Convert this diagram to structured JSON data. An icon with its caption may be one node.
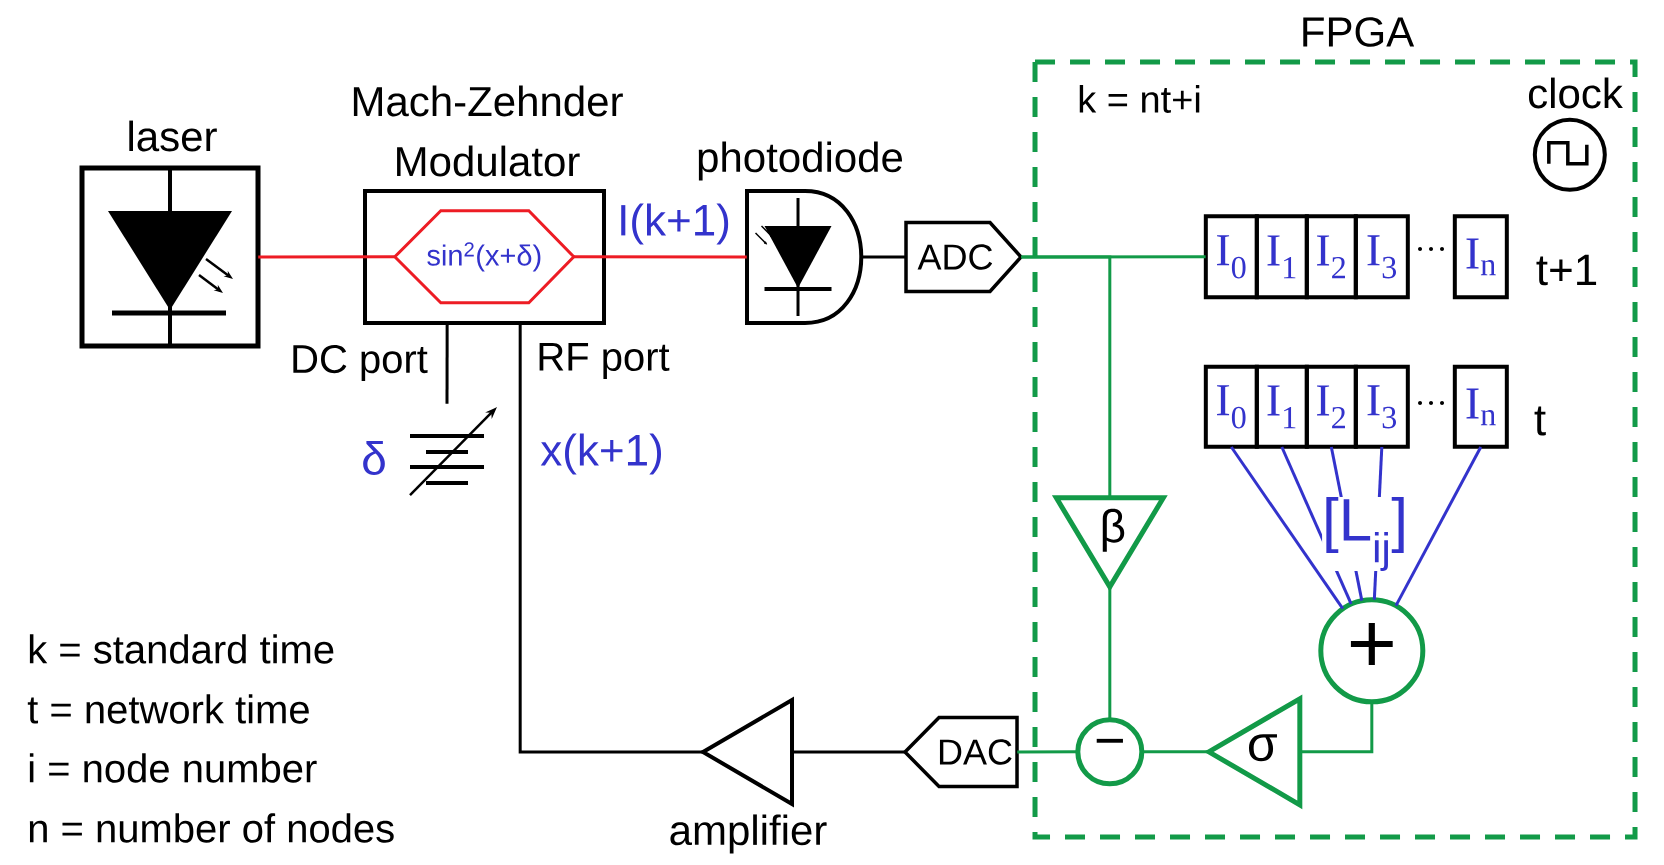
{
  "diagram": {
    "nodes": [
      {
        "text": [
          "laser"
        ]
      },
      {
        "text": [
          "Mach-Zehnder Modulator"
        ]
      },
      {
        "text": [
          "sin$^{2}$(x+δ)"
        ],
        "in": 1
      },
      {
        "text": [
          "photodiode"
        ]
      },
      {
        "text": [
          "ADC"
        ]
      },
      {
        "text": [
          "FPGA"
        ]
      },
      {
        "text": [
          "clock"
        ],
        "in": 5
      },
      {
        "text": [
          "I$_{0}$"
        ],
        "in": 5
      },
      {
        "text": [
          "I$_{1}$"
        ],
        "in": 5
      },
      {
        "text": [
          "I$_{2}$"
        ],
        "in": 5
      },
      {
        "text": [
          "I$_{3}$"
        ],
        "in": 5
      },
      {
        "text": [
          "I$_{n}$"
        ],
        "in": 5
      },
      {
        "text": [
          "I$_{0}$"
        ],
        "in": 5
      },
      {
        "text": [
          "I$_{1}$"
        ],
        "in": 5
      },
      {
        "text": [
          "I$_{2}$"
        ],
        "in": 5
      },
      {
        "text": [
          "I$_{3}$"
        ],
        "in": 5
      },
      {
        "text": [
          "I$_{n}$"
        ],
        "in": 5
      },
      {
        "text": [
          "β"
        ],
        "in": 5
      },
      {
        "text": [
          "−"
        ],
        "in": 5
      },
      {
        "text": [
          "+"
        ],
        "in": 5
      },
      {
        "text": [
          "σ"
        ],
        "in": 5
      },
      {
        "text": [
          "DAC"
        ]
      },
      {
        "text": [
          "amplifier"
        ]
      },
      {
        "text": [],
        "shape": "battery",
        "beside": [
          "δ"
        ]
      }
    ],
    "edges": [
      {
        "from": 0,
        "to": 2,
        "arrow": "none",
        "color": "#ed1c24"
      },
      {
        "from": 2,
        "to": 3,
        "arrow": "none",
        "color": "#ed1c24",
        "label": "I(k+1)"
      },
      {
        "from": 3,
        "to": 4,
        "arrow": "none",
        "color": "#000000"
      },
      {
        "from": 4,
        "to": 7,
        "arrow": "none",
        "color": "#129a48"
      },
      {
        "from": 4,
        "to": 17,
        "arrow": "none",
        "color": "#129a48"
      },
      {
        "from": 17,
        "to": 18,
        "arrow": "none",
        "color": "#129a48"
      },
      {
        "from": 12,
        "to": 19,
        "arrow": "none",
        "color": "#3333cc"
      },
      {
        "from": 13,
        "to": 19,
        "arrow": "none",
        "color": "#3333cc"
      },
      {
        "from": 14,
        "to": 19,
        "arrow": "none",
        "color": "#3333cc"
      },
      {
        "from": 15,
        "to": 19,
        "arrow": "none",
        "color": "#3333cc"
      },
      {
        "from": 16,
        "to": 19,
        "arrow": "none",
        "color": "#3333cc"
      },
      {
        "from": 19,
        "to": 20,
        "arrow": "none",
        "color": "#129a48"
      },
      {
        "from": 20,
        "to": 18,
        "arrow": "none",
        "color": "#129a48"
      },
      {
        "from": 18,
        "to": 21,
        "arrow": "none",
        "color": "#129a48"
      },
      {
        "from": 21,
        "to": 22,
        "arrow": "none",
        "color": "#000000"
      },
      {
        "from": 22,
        "to": 1,
        "arrow": "none",
        "color": "#000000",
        "label": "x(k+1)"
      },
      {
        "from": 1,
        "to": 23,
        "arrow": "none",
        "color": "#000000"
      }
    ],
    "labels": [
      "k = nt+i",
      "t+1",
      "DC port",
      "RF port",
      "t",
      "[L$_{ij}$]",
      "k = standard time",
      "t = network time",
      "i = node number",
      "n = number of nodes"
    ]
  }
}
